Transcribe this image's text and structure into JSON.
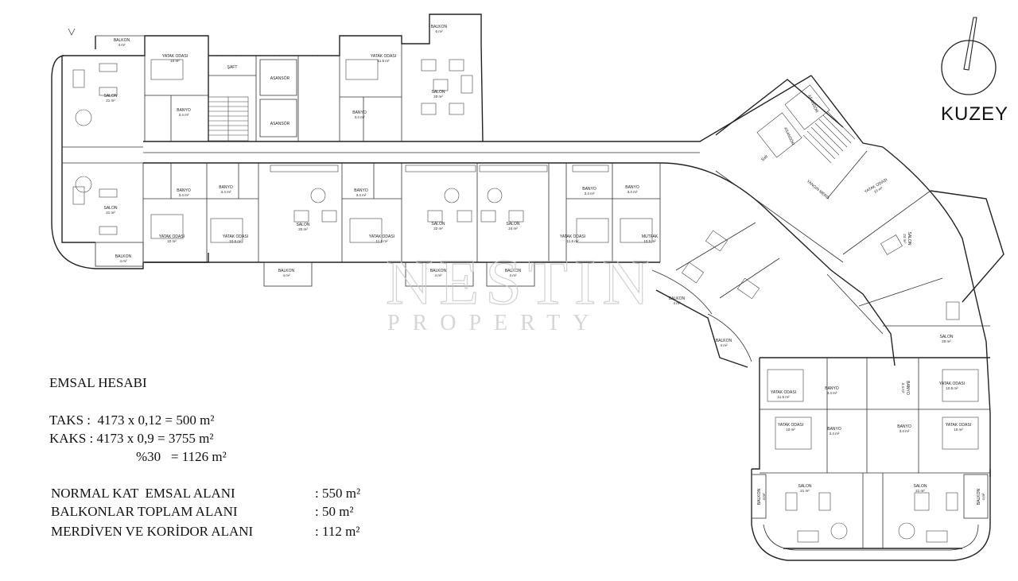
{
  "north": {
    "label": "KUZEY"
  },
  "watermark": {
    "main": "NESTIN",
    "sub": "PROPERTY"
  },
  "calculation": {
    "title": "EMSAL HESABI",
    "taks": "TAKS :  4173 x 0,12 = 500 m²",
    "kaks": "KAKS : 4173 x 0,9 = 3755 m²",
    "kaks_pct": "%30   = 1126 m²",
    "areas": [
      {
        "label": "NORMAL KAT  EMSAL ALANI",
        "value": ": 550 m²"
      },
      {
        "label": "BALKONLAR TOPLAM ALANI",
        "value": ": 50 m²"
      },
      {
        "label": "MERDİVEN VE KORİDOR ALANI",
        "value": ": 112 m²"
      }
    ]
  },
  "rooms": [
    {
      "name": "BALKON",
      "area": "4 m²"
    },
    {
      "name": "YATAK ODASI",
      "area": "10 m²"
    },
    {
      "name": "ŞAFT",
      "area": ""
    },
    {
      "name": "ASANSÖR",
      "area": ""
    },
    {
      "name": "ASANSÖR",
      "area": ""
    },
    {
      "name": "YATAK ODASI",
      "area": "11.5 m²"
    },
    {
      "name": "BALKON",
      "area": "6 m²"
    },
    {
      "name": "SALON",
      "area": "21 m²"
    },
    {
      "name": "BANYO",
      "area": "3.4 m²"
    },
    {
      "name": "BANYO",
      "area": "3.4 m²"
    },
    {
      "name": "SALON",
      "area": "20 m²"
    },
    {
      "name": "BANYO",
      "area": "3.4 m²"
    },
    {
      "name": "BANYO",
      "area": "3.4 m²"
    },
    {
      "name": "SALON",
      "area": "21 m²"
    },
    {
      "name": "BANYO",
      "area": "3.4 m²"
    },
    {
      "name": "BANYO",
      "area": "3.4 m²"
    },
    {
      "name": "BANYO",
      "area": "3.4 m²"
    },
    {
      "name": "YATAK ODASI",
      "area": "10 m²"
    },
    {
      "name": "YATAK ODASI",
      "area": "10.5 m²"
    },
    {
      "name": "SALON",
      "area": "20 m²"
    },
    {
      "name": "YATAK ODASI",
      "area": "11.5 m²"
    },
    {
      "name": "SALON",
      "area": "22 m²"
    },
    {
      "name": "SALON",
      "area": "24 m²"
    },
    {
      "name": "YATAK ODASI",
      "area": "11.5 m²"
    },
    {
      "name": "MUTFAK",
      "area": "10.5 m²"
    },
    {
      "name": "BALKON",
      "area": "4 m²"
    },
    {
      "name": "BALKON",
      "area": "4 m²"
    },
    {
      "name": "BALKON",
      "area": "4 m²"
    },
    {
      "name": "BALKON",
      "area": "4 m²"
    },
    {
      "name": "BALKON",
      "area": "4 m²"
    },
    {
      "name": "BALKON",
      "area": "4 m²"
    },
    {
      "name": "ASANSÖR",
      "area": ""
    },
    {
      "name": "ASANSÖR",
      "area": ""
    },
    {
      "name": "Şaft",
      "area": ""
    },
    {
      "name": "YANGIN MERD.",
      "area": ""
    },
    {
      "name": "YATAK ODASI",
      "area": "10 m²"
    },
    {
      "name": "SALON",
      "area": "24 m²"
    },
    {
      "name": "SALON",
      "area": "20 m²"
    },
    {
      "name": "YATAK ODASI",
      "area": "11.5 m²"
    },
    {
      "name": "BANYO",
      "area": "3.4 m²"
    },
    {
      "name": "BANYO",
      "area": "3.4 m²"
    },
    {
      "name": "YATAK ODASI",
      "area": "10.5 m²"
    },
    {
      "name": "YATAK ODASI",
      "area": "10 m²"
    },
    {
      "name": "BANYO",
      "area": "3.4 m²"
    },
    {
      "name": "BANYO",
      "area": "3.4 m²"
    },
    {
      "name": "YATAK ODASI",
      "area": "10 m²"
    },
    {
      "name": "SALON",
      "area": "21 m²"
    },
    {
      "name": "SALON",
      "area": "21 m²"
    },
    {
      "name": "BALKON",
      "area": "4 m²"
    },
    {
      "name": "BALKON",
      "area": "4 m²"
    }
  ]
}
